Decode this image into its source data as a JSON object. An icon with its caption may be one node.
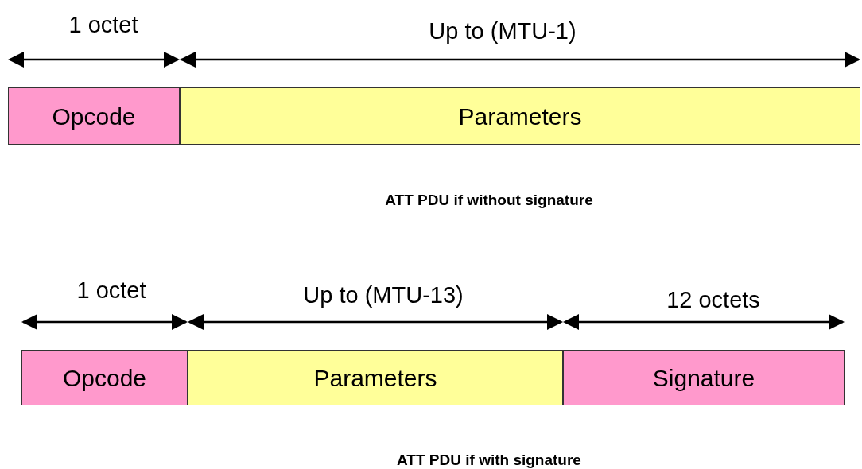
{
  "diagram": {
    "nodes": [
      {
        "text": [
          "Opcode"
        ]
      },
      {
        "text": [
          "Parameters"
        ]
      },
      {
        "text": [
          "Opcode"
        ]
      },
      {
        "text": [
          "Parameters"
        ]
      },
      {
        "text": [
          "Signature"
        ]
      }
    ],
    "labels": [
      "1 octet",
      "Up to (MTU-1)",
      "ATT PDU if without signature",
      "1 octet",
      "Up to (MTU-13)",
      "12 octets",
      "ATT PDU if with signature"
    ]
  }
}
